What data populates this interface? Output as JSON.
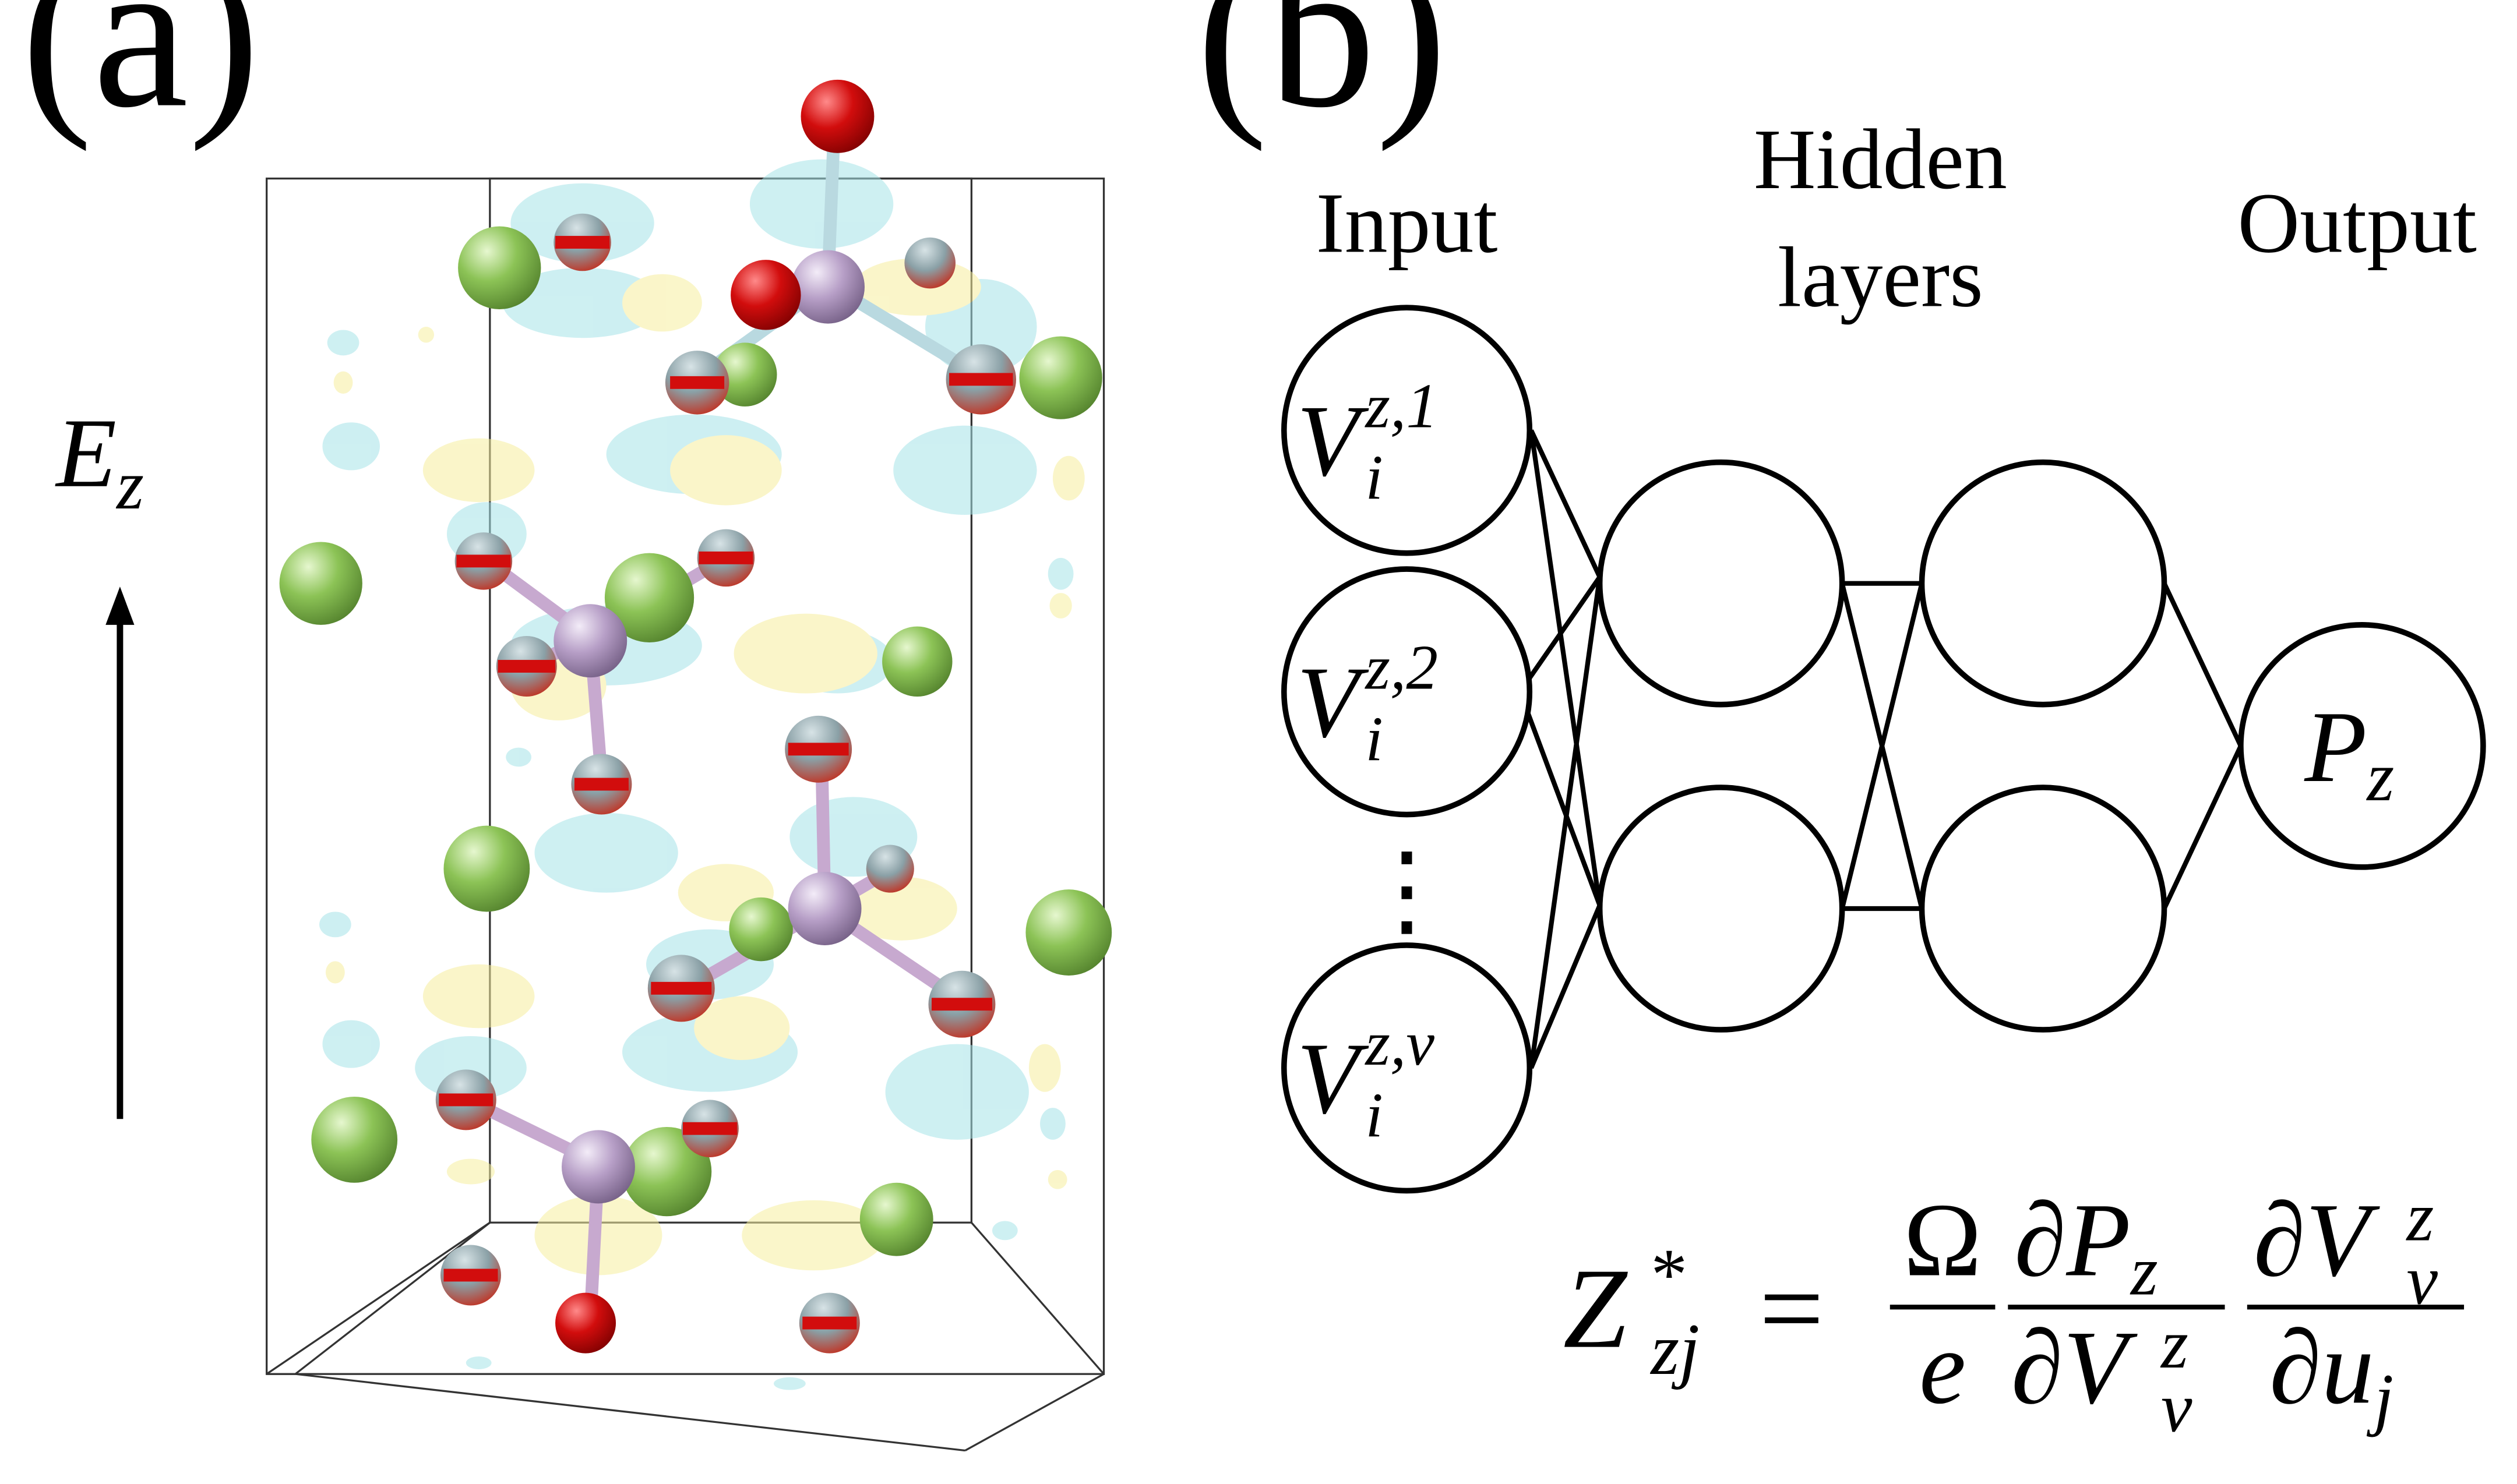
{
  "panel_a": {
    "label": "(a)",
    "field_label": {
      "main": "E",
      "sub": "z"
    },
    "colors": {
      "oxygen": "#d20d0d",
      "central_atom": "#b79fc7",
      "cation": "#8cc356",
      "isosurface_positive": "#f6ee9e",
      "isosurface_negative": "#a6e3e8",
      "cell_edges": "#333333"
    }
  },
  "panel_b": {
    "label": "(b)",
    "headings": {
      "input": "Input",
      "hidden_line1": "Hidden",
      "hidden_line2": "layers",
      "output": "Output"
    },
    "input_nodes": [
      {
        "main": "V",
        "sup": "z,1",
        "sub": "i"
      },
      {
        "main": "V",
        "sup": "z,2",
        "sub": "i"
      },
      {
        "main": "V",
        "sup": "z,ν",
        "sub": "i"
      }
    ],
    "ellipsis": "⋮",
    "output_node": {
      "main": "P",
      "sub": "z"
    },
    "equation": {
      "lhs_main": "Z",
      "lhs_sup": "*",
      "lhs_sub": "zj",
      "equals": "=",
      "omega": "Ω",
      "e": "e",
      "d": "∂",
      "P": "P",
      "z": "z",
      "V": "V",
      "nu": "ν",
      "u": "u",
      "j": "j"
    }
  }
}
